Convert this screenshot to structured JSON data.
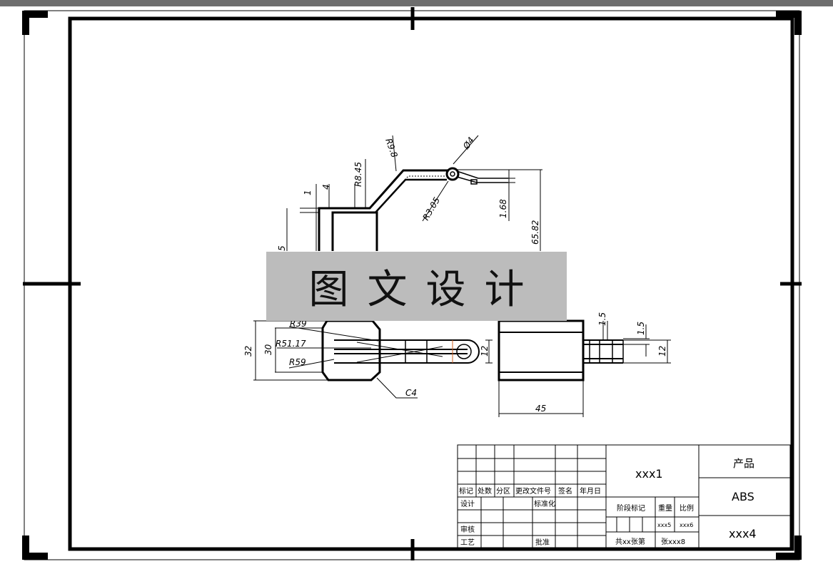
{
  "watermark": {
    "text": "图文设计"
  },
  "dimensions": {
    "r98": "R9.8",
    "phi4": "Ø4",
    "r845": "R8.45",
    "d1": "1",
    "d4": "4",
    "r305": "R3.05",
    "d168": "1.68",
    "d6582": "65.82",
    "d5": "5",
    "r39": "R39",
    "r5117": "R51.17",
    "r59": "R59",
    "d32": "32",
    "d30": "30",
    "d12a": "12",
    "c4": "C4",
    "d15a": "1.5",
    "d15b": "1.5",
    "d12b": "12",
    "d45": "45"
  },
  "title_block": {
    "headers": [
      "标记",
      "处数",
      "分区",
      "更改文件号",
      "签名",
      "年月日"
    ],
    "design": "设计",
    "standardization": "标准化",
    "review": "审核",
    "process": "工艺",
    "approve": "批准",
    "drawing_name": "xxx1",
    "stage_mark": "阶段标记",
    "weight": "重量",
    "scale": "比例",
    "weight_value": "xxx5",
    "scale_value": "xxx6",
    "sheets": "共xx张第",
    "sheet_page": "张xxx8",
    "product_label": "产品",
    "material": "ABS",
    "drawing_number": "xxx4"
  }
}
